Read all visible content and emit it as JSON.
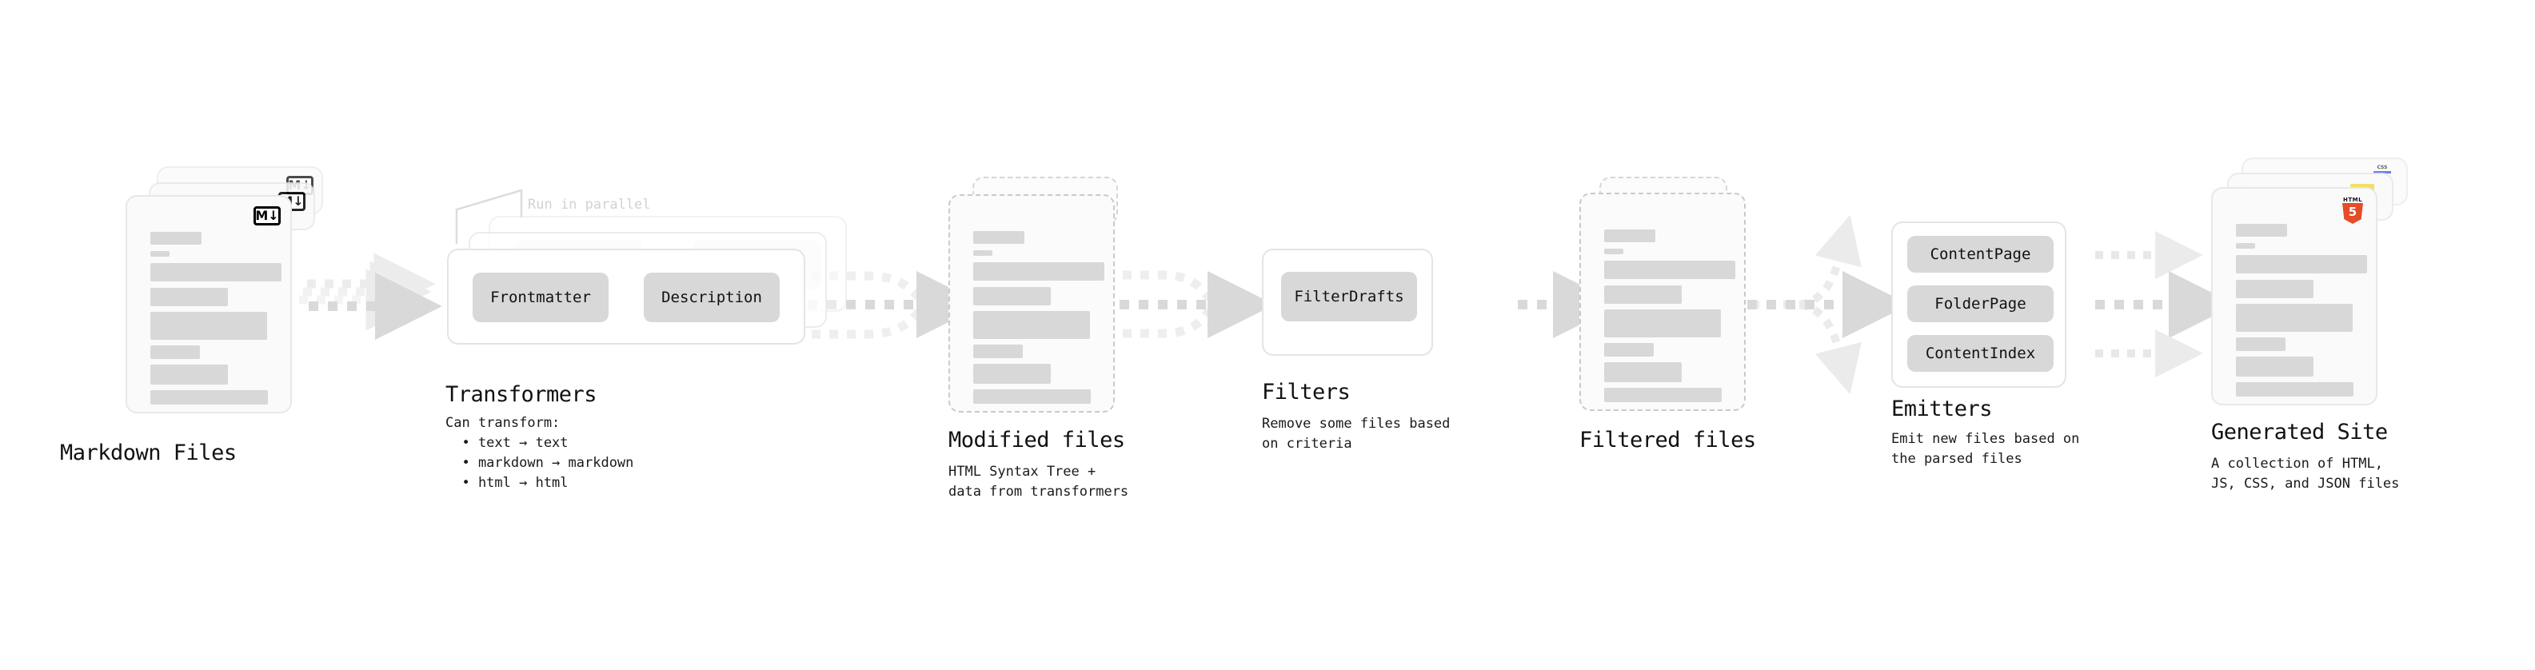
{
  "diagram": {
    "type": "pipeline-flow",
    "background": "#ffffff",
    "accent_colors": {
      "bar": "#d8d8d8",
      "outline": "#e4e4e4",
      "arrow": "#d9d9d9",
      "html5": "#e44d26",
      "js": "#f0db4f",
      "css": "#264de4"
    }
  },
  "stages": [
    {
      "key": "markdown_files",
      "title": "Markdown Files",
      "subtitle": "",
      "icon": "markdown-logo-icon",
      "icon_label": "M↓",
      "card_style": "solid",
      "stack_count": 3
    },
    {
      "key": "transformers",
      "title": "Transformers",
      "subtitle": "Can transform:\n  • text → text\n  • markdown → markdown\n  • html → html",
      "note": "Run in parallel",
      "stack_count": 3,
      "items": [
        "Frontmatter",
        "Description"
      ]
    },
    {
      "key": "modified_files",
      "title": "Modified files",
      "subtitle": "HTML Syntax Tree +\ndata from transformers",
      "card_style": "dashed",
      "stack_count": 2
    },
    {
      "key": "filters",
      "title": "Filters",
      "subtitle": "Remove some files based\non criteria",
      "items": [
        "FilterDrafts"
      ]
    },
    {
      "key": "filtered_files",
      "title": "Filtered files",
      "subtitle": "",
      "card_style": "dashed",
      "stack_count": 2
    },
    {
      "key": "emitters",
      "title": "Emitters",
      "subtitle": "Emit new files based on\nthe parsed files",
      "items": [
        "ContentPage",
        "FolderPage",
        "ContentIndex"
      ]
    },
    {
      "key": "generated_site",
      "title": "Generated Site",
      "subtitle": "A collection of HTML,\nJS, CSS, and JSON files",
      "icon": "html5-logo-icon",
      "icon_label": "HTML5",
      "card_style": "solid",
      "stack_count": 3,
      "stack_badges": [
        "css3-logo-icon",
        "javascript-logo-icon",
        "html5-logo-icon"
      ]
    }
  ],
  "connectors": [
    {
      "from": "markdown_files",
      "to": "transformers",
      "style": "dashed-fanout",
      "count": 3
    },
    {
      "from": "transformers",
      "to": "modified_files",
      "style": "dashed-fanin",
      "count": 3
    },
    {
      "from": "modified_files",
      "to": "filters",
      "style": "dashed-fanin",
      "count": 3
    },
    {
      "from": "filters",
      "to": "filtered_files",
      "style": "dashed",
      "count": 1
    },
    {
      "from": "filtered_files",
      "to": "emitters",
      "style": "dashed-fanout",
      "count": 3
    },
    {
      "from": "emitters",
      "to": "generated_site",
      "style": "dashed",
      "count": 3
    }
  ]
}
